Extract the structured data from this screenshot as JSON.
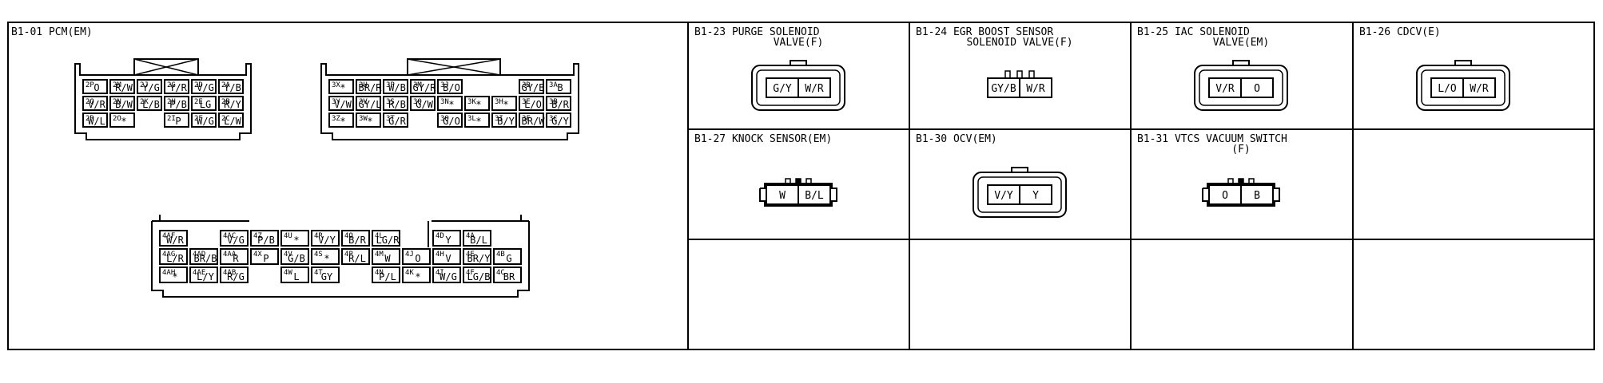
{
  "pcm": {
    "title": "B1-01 PCM(EM)",
    "blockA": [
      [
        [
          "2P",
          "O"
        ],
        [
          "2M",
          "R/W"
        ],
        [
          "2J",
          "Y/G"
        ],
        [
          "2G",
          "Y/R"
        ],
        [
          "2D",
          "V/G"
        ],
        [
          "2A",
          "Y/B"
        ]
      ],
      [
        [
          "2Q",
          "V/R"
        ],
        [
          "2N",
          "B/W"
        ],
        [
          "2K",
          "L/B"
        ],
        [
          "2H",
          "P/B"
        ],
        [
          "2E",
          "LG"
        ],
        [
          "2B",
          "R/Y"
        ]
      ],
      [
        [
          "2R",
          "W/L"
        ],
        [
          "2O",
          "*"
        ],
        null,
        [
          "2I",
          "P"
        ],
        [
          "2F",
          "W/G"
        ],
        [
          "2C",
          "L/W"
        ]
      ]
    ],
    "blockB": [
      [
        [
          "3X",
          "*"
        ],
        [
          "3U",
          "BR/R"
        ],
        [
          "3P",
          "W/B"
        ],
        [
          "3M",
          "GY/R"
        ],
        [
          "3J",
          "B/O"
        ],
        null,
        [
          "3D",
          "GY/B"
        ],
        [
          "3A",
          "B"
        ]
      ],
      [
        [
          "3Y",
          "V/W"
        ],
        [
          "3V",
          "GY/L"
        ],
        [
          "3S",
          "R/B"
        ],
        [
          "3Q",
          "G/W"
        ],
        [
          "3N",
          "*"
        ],
        [
          "3K",
          "*"
        ],
        [
          "3H",
          "*"
        ],
        [
          "3E",
          "L/O"
        ],
        [
          "3B",
          "B/R"
        ]
      ],
      [
        [
          "3Z",
          "*"
        ],
        [
          "3W",
          "*"
        ],
        [
          "3T",
          "G/R"
        ],
        null,
        [
          "3O",
          "G/O"
        ],
        [
          "3L",
          "*"
        ],
        [
          "3I",
          "B/Y"
        ],
        [
          "3F",
          "BR/W"
        ],
        [
          "3C",
          "G/Y"
        ]
      ]
    ],
    "blockC": [
      [
        [
          "4AF",
          "W/R"
        ],
        null,
        [
          "4AC",
          "V/G"
        ],
        [
          "4Z",
          "P/B"
        ],
        [
          "4U",
          "*"
        ],
        [
          "4R",
          "V/Y"
        ],
        [
          "4O",
          "B/R"
        ],
        [
          "4L",
          "LG/R"
        ],
        null,
        [
          "4D",
          "Y"
        ],
        [
          "4A",
          "B/L"
        ]
      ],
      [
        [
          "4AG",
          "L/R"
        ],
        [
          "4AD",
          "BR/B"
        ],
        [
          "4AA",
          "R"
        ],
        [
          "4X",
          "P"
        ],
        [
          "4V",
          "G/B"
        ],
        [
          "4S",
          "*"
        ],
        [
          "4P",
          "R/L"
        ],
        [
          "4M",
          "W"
        ],
        [
          "4J",
          "O"
        ],
        [
          "4H",
          "V"
        ],
        [
          "4E",
          "BR/Y"
        ],
        [
          "4B",
          "G"
        ]
      ],
      [
        [
          "4AH",
          "*"
        ],
        [
          "4AE",
          "L/Y"
        ],
        [
          "4AB",
          "R/G"
        ],
        null,
        [
          "4W",
          "L"
        ],
        [
          "4T",
          "GY"
        ],
        null,
        [
          "4N",
          "P/L"
        ],
        [
          "4K",
          "*"
        ],
        [
          "4I",
          "W/G"
        ],
        [
          "4F",
          "LG/B"
        ],
        [
          "4C",
          "BR"
        ]
      ]
    ]
  },
  "connectors": [
    {
      "id": "b1-23",
      "title": [
        "B1-23 PURGE SOLENOID",
        "VALVE(F)"
      ],
      "pins": [
        "G/Y",
        "W/R"
      ]
    },
    {
      "id": "b1-24",
      "title": [
        "B1-24 EGR BOOST SENSOR",
        "SOLENOID VALVE(F)"
      ],
      "pins": [
        "GY/B",
        "W/R"
      ]
    },
    {
      "id": "b1-25",
      "title": [
        "B1-25 IAC SOLENOID",
        "VALVE(EM)"
      ],
      "pins": [
        "V/R",
        "O"
      ]
    },
    {
      "id": "b1-26",
      "title": [
        "B1-26 CDCV(E)"
      ],
      "pins": [
        "L/O",
        "W/R"
      ]
    },
    {
      "id": "b1-27",
      "title": [
        "B1-27 KNOCK SENSOR(EM)"
      ],
      "pins": [
        "W",
        "B/L"
      ]
    },
    {
      "id": "b1-30",
      "title": [
        "B1-30 OCV(EM)"
      ],
      "pins": [
        "V/Y",
        "Y"
      ]
    },
    {
      "id": "b1-31",
      "title": [
        "B1-31 VTCS VACUUM SWITCH",
        "(F)"
      ],
      "pins": [
        "O",
        "B"
      ]
    }
  ]
}
